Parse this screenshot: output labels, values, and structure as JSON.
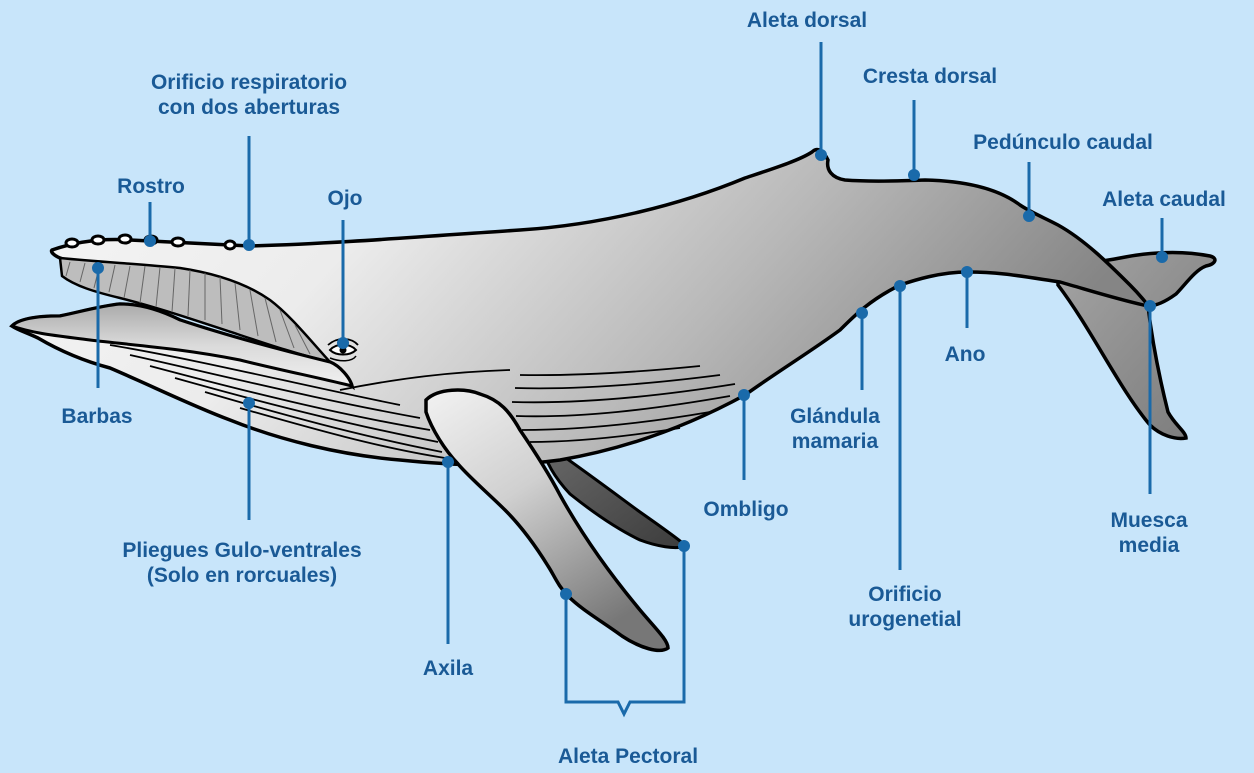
{
  "colors": {
    "background": "#c8e5fa",
    "label": "#1a5a96",
    "leader_line": "#1a6aaa",
    "outline": "#000000",
    "body_light": "#f4f4f4",
    "body_dark": "#8c8c8c",
    "flipper_far": "#555555"
  },
  "labels": {
    "aleta_dorsal": "Aleta dorsal",
    "cresta_dorsal": "Cresta dorsal",
    "orificio_resp_1": "Orificio respiratorio",
    "orificio_resp_2": "con dos aberturas",
    "pedunculo": "Pedúnculo caudal",
    "rostro": "Rostro",
    "ojo": "Ojo",
    "aleta_caudal": "Aleta caudal",
    "barbas": "Barbas",
    "ano": "Ano",
    "glandula_1": "Glándula",
    "glandula_2": "mamaria",
    "ombligo": "Ombligo",
    "muesca_1": "Muesca",
    "muesca_2": "media",
    "pliegues_1": "Pliegues Gulo-ventrales",
    "pliegues_2": "(Solo en rorcuales)",
    "orificio_uro_1": "Orificio",
    "orificio_uro_2": "urogenetial",
    "axila": "Axila",
    "aleta_pectoral": "Aleta Pectoral"
  }
}
